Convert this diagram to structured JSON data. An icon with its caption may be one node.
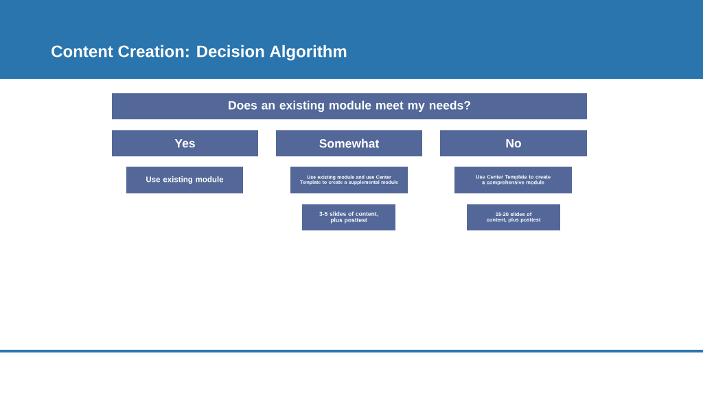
{
  "diagram": {
    "title": "Content Creation: Decision Algorithm",
    "nodes": [
      {
        "text": [
          "Does an existing module meet my needs?"
        ]
      },
      {
        "text": [
          "Yes"
        ]
      },
      {
        "text": [
          "Somewhat"
        ]
      },
      {
        "text": [
          "No"
        ]
      },
      {
        "text": [
          "Use existing module"
        ]
      },
      {
        "text": [
          "Use existing module and use Center Template to create a supplemental module"
        ]
      },
      {
        "text": [
          "Use Center Template to create a comprehensive module"
        ]
      },
      {
        "text": [
          "3-5 slides of content, plus posttest"
        ]
      },
      {
        "text": [
          "15-20 slides of content, plus posttest"
        ]
      }
    ]
  }
}
